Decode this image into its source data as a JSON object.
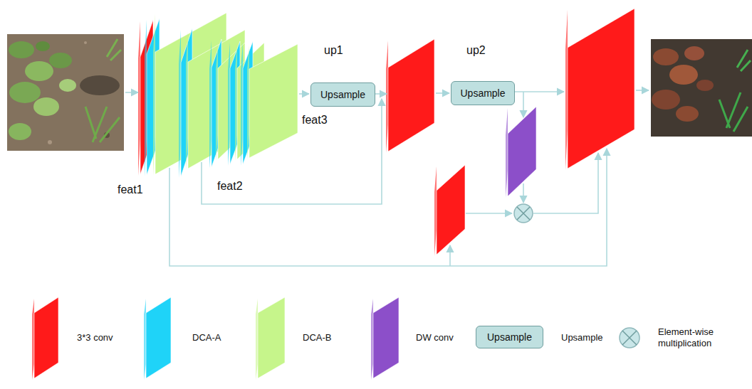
{
  "diagram": {
    "nodes": [
      {
        "text": [
          "Upsample"
        ]
      },
      {
        "text": [
          "Upsample"
        ]
      },
      {
        "text": [
          "Upsample"
        ]
      }
    ],
    "labels": [
      "up1",
      "up2",
      "feat1",
      "feat2",
      "feat3"
    ],
    "legend": [
      {
        "text": "3*3 conv",
        "color": "#ff1a1a"
      },
      {
        "text": "DCA-A",
        "color": "#1fd3f8"
      },
      {
        "text": "DCA-B",
        "color": "#c6f58b"
      },
      {
        "text": "DW conv",
        "color": "#8c4fc9"
      },
      {
        "text": "Upsample"
      },
      {
        "text": "Element-wise multiplication"
      }
    ]
  }
}
